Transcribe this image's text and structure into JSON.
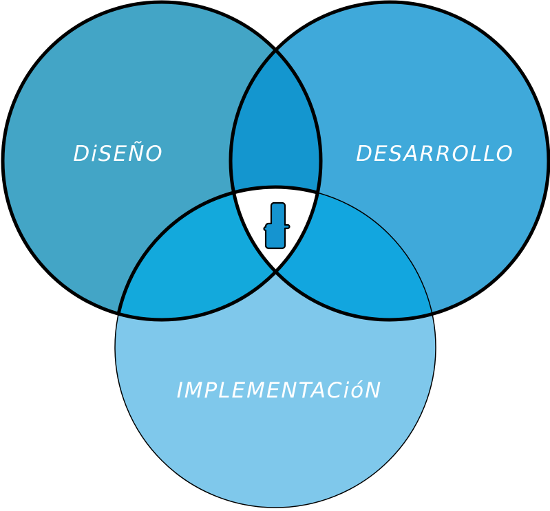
{
  "diagram": {
    "type": "venn",
    "sets": [
      {
        "id": "diseno",
        "label": "DiSEÑO",
        "color": "#43a5c6"
      },
      {
        "id": "desarrollo",
        "label": "DESARROLLO",
        "color": "#3fa9da"
      },
      {
        "id": "implementacion",
        "label": "IMPLEMENTACióN",
        "color": "#7fc8eb"
      }
    ],
    "intersections": {
      "diseno_desarrollo": "#1496cf",
      "diseno_implementacion": "#13a9dc",
      "desarrollo_implementacion": "#12a6df",
      "all": "#ffffff"
    },
    "center_logo": {
      "icon": "f-logo-icon",
      "color": "#1594d0"
    },
    "outline_color": "#000000"
  }
}
